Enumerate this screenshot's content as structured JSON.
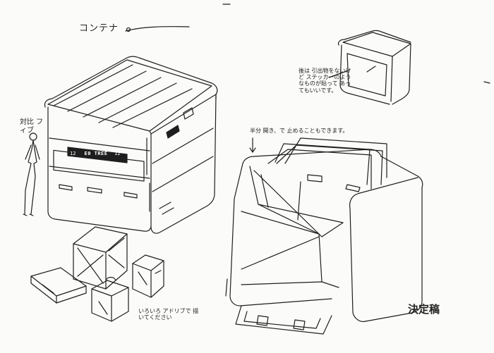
{
  "notes": {
    "title": "コンテナ",
    "scale": "対比 フィブ",
    "back": "後は 引出物をないけど ステッカーのよう なものが貼って あってもいいです。",
    "half_open": "半分 開き、で 止めることもできます。",
    "props": "いろいろ アドリブで 描いてください",
    "final": "決定稿"
  },
  "container_panel": {
    "screen_text": "E0 TREE",
    "left_number": "12",
    "right_number": "12"
  },
  "ink_color": "#1e1e1e",
  "paper_color": "#fbfbf9"
}
